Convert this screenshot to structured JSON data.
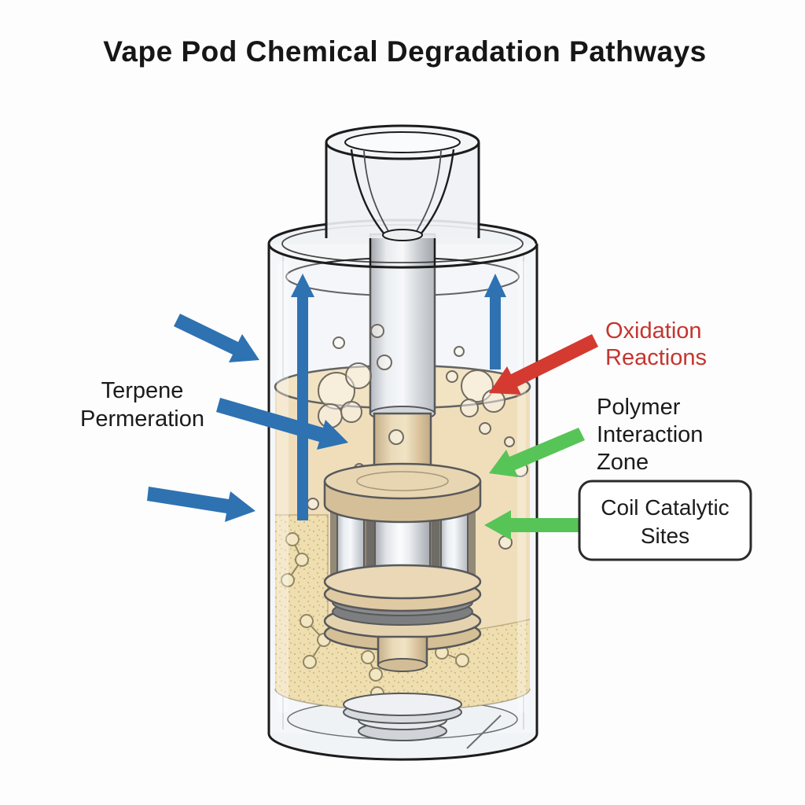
{
  "title": "Vape Pod Chemical Degradation Pathways",
  "annotations": {
    "terpene_permeation": {
      "lines": [
        "Terpene",
        "Permeration"
      ],
      "text_color": "#1b1b1b",
      "arrow_color": "#2e72b2"
    },
    "oxidation_reactions": {
      "lines": [
        "Oxidation",
        "Reactions"
      ],
      "text_color": "#c5352f",
      "arrow_color": "#d43a30"
    },
    "polymer_interaction_zone": {
      "lines": [
        "Polymer",
        "Interaction",
        "Zone"
      ],
      "text_color": "#1b1b1b",
      "arrow_color": "#57c457"
    },
    "coil_catalytic_sites": {
      "lines": [
        "Coil Catalytic",
        "Sites"
      ],
      "text_color": "#1b1b1b",
      "arrow_color": "#57c457",
      "boxed": true
    }
  },
  "colors": {
    "background": "#fdfdfd",
    "outline": "#1c1c1c",
    "arrow_blue": "#2e72b2",
    "arrow_red": "#d43a30",
    "arrow_green": "#57c457",
    "liquid": "#efd5a2",
    "liquid_surface": "#f2dcae",
    "liquid_speckled": "#ecd594",
    "brass": "#ddc190",
    "metal": "#d6d9dc",
    "glass": "#f2f5f7",
    "label_box_border": "#2b2b2b",
    "title_color": "#161616"
  }
}
